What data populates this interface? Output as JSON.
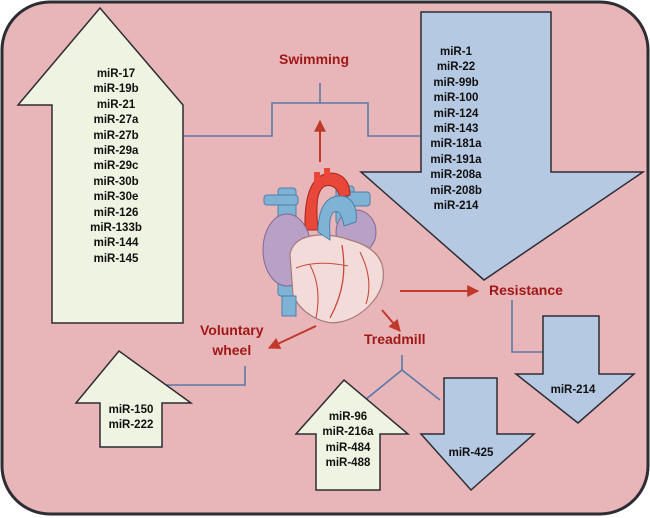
{
  "colors": {
    "background": "#e8b5b8",
    "border": "#2d2d33",
    "up_fill": "#eff3e1",
    "down_fill": "#b5c9e3",
    "connector": "#5b78a8",
    "red_arrow": "#c0392b",
    "label_red": "#a01818"
  },
  "exercises": {
    "swimming": "Swimming",
    "resistance": "Resistance",
    "voluntary_line1": "Voluntary",
    "voluntary_line2": "wheel",
    "treadmill": "Treadmill"
  },
  "swimming_up": [
    "miR-17",
    "miR-19b",
    "miR-21",
    "miR-27a",
    "miR-27b",
    "miR-29a",
    "miR-29c",
    "miR-30b",
    "miR-30e",
    "miR-126",
    "miR-133b",
    "miR-144",
    "miR-145"
  ],
  "swimming_down": [
    "miR-1",
    "miR-22",
    "miR-99b",
    "miR-100",
    "miR-124",
    "miR-143",
    "miR-181a",
    "miR-191a",
    "miR-208a",
    "miR-208b",
    "miR-214"
  ],
  "voluntary_up": [
    "miR-150",
    "miR-222"
  ],
  "treadmill_up": [
    "miR-96",
    "miR-216a",
    "miR-484",
    "miR-488"
  ],
  "treadmill_down": [
    "miR-425"
  ],
  "resistance_down": [
    "miR-214"
  ],
  "heart": "heart-illustration"
}
